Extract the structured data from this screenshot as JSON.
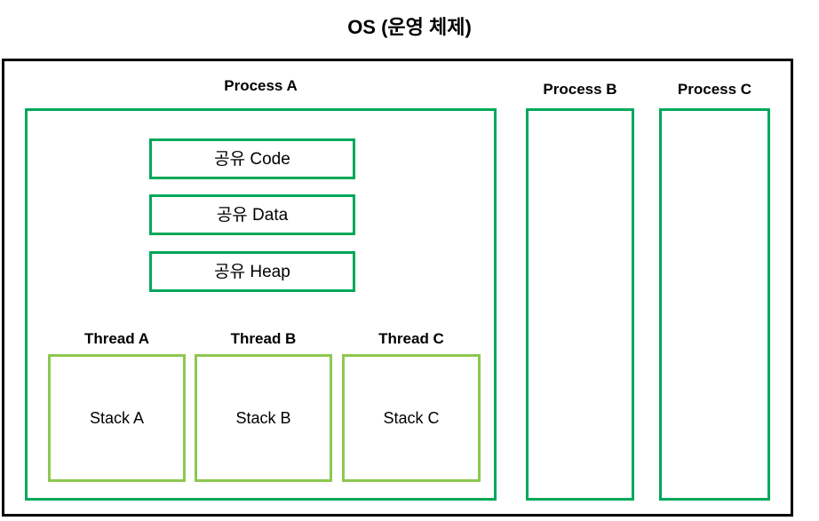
{
  "diagram": {
    "title": "OS (운영 체제)",
    "colors": {
      "frame": "#000000",
      "process_border": "#00a85a",
      "stack_border": "#8dc84e",
      "background": "#ffffff",
      "text": "#000000"
    },
    "processes": [
      {
        "label": "Process A"
      },
      {
        "label": "Process B"
      },
      {
        "label": "Process C"
      }
    ],
    "shared_segments": [
      {
        "label": "공유 Code"
      },
      {
        "label": "공유 Data"
      },
      {
        "label": "공유 Heap"
      }
    ],
    "threads": [
      {
        "label": "Thread A",
        "stack": "Stack A"
      },
      {
        "label": "Thread B",
        "stack": "Stack B"
      },
      {
        "label": "Thread C",
        "stack": "Stack C"
      }
    ]
  }
}
